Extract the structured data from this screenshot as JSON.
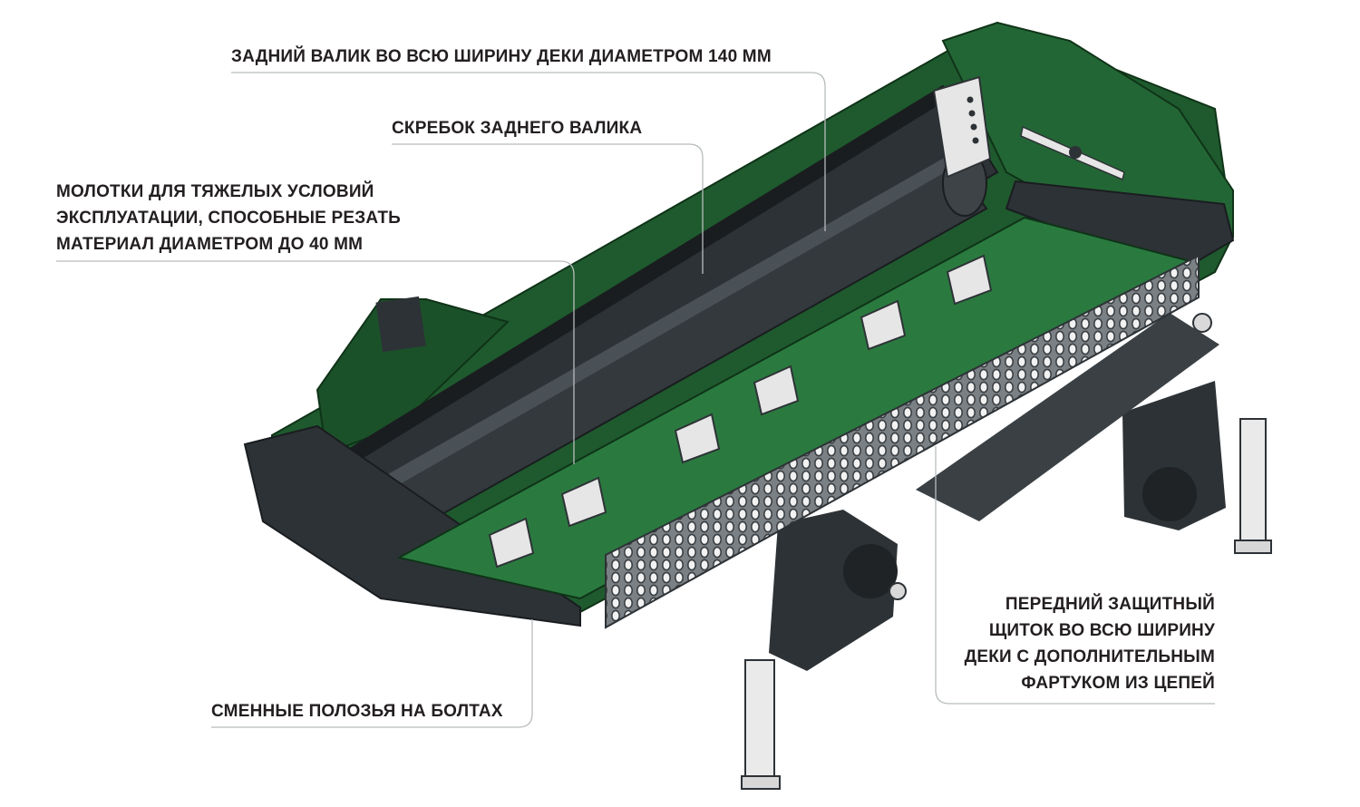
{
  "callouts": {
    "rear_roller": "ЗАДНИЙ ВАЛИК ВО ВСЮ ШИРИНУ ДЕКИ ДИАМЕТРОМ 140 ММ",
    "roller_scraper": "СКРЕБОК ЗАДНЕГО ВАЛИКА",
    "hammers": [
      "МОЛОТКИ ДЛЯ ТЯЖЕЛЫХ УСЛОВИЙ",
      "ЭКСПЛУАТАЦИИ, СПОСОБНЫЕ РЕЗАТЬ",
      "МАТЕРИАЛ ДИАМЕТРОМ ДО 40 ММ"
    ],
    "skids": "СМЕННЫЕ ПОЛОЗЬЯ НА БОЛТАХ",
    "front_guard": [
      "ПЕРЕДНИЙ ЗАЩИТНЫЙ",
      "ЩИТОК ВО ВСЮ ШИРИНУ",
      "ДЕКИ С ДОПОЛНИТЕЛЬНЫМ",
      "ФАРТУКОМ ИЗ ЦЕПЕЙ"
    ]
  },
  "colors": {
    "body_green": "#1e5a2d",
    "dark_steel": "#2d3236",
    "leader_line": "#b8bcbe",
    "text": "#231f20"
  }
}
